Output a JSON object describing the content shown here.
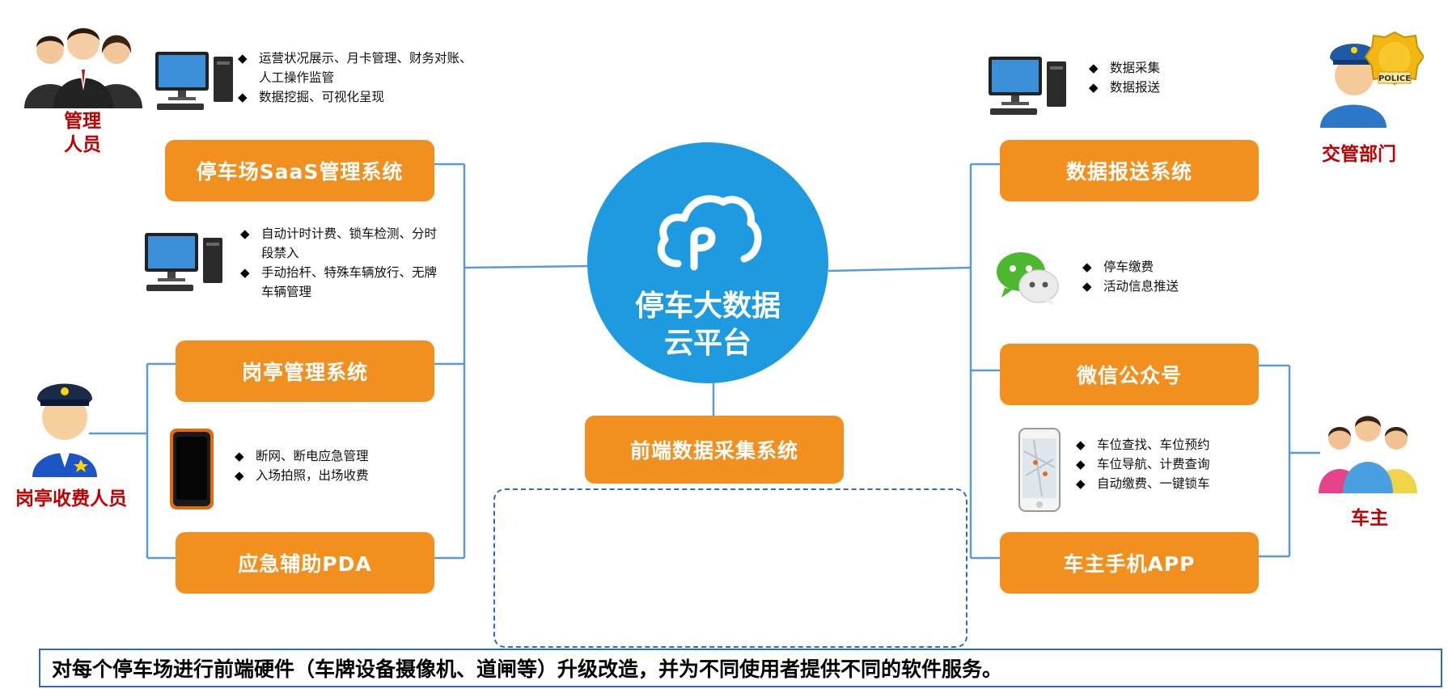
{
  "center": {
    "title_line1": "停车大数据",
    "title_line2": "云平台",
    "color": "#1e9be0"
  },
  "left_boxes": [
    {
      "label": "停车场SaaS管理系统"
    },
    {
      "label": "岗亭管理系统"
    },
    {
      "label": "应急辅助PDA"
    }
  ],
  "bottom_box": {
    "label": "前端数据采集系统"
  },
  "right_boxes": [
    {
      "label": "数据报送系统"
    },
    {
      "label": "微信公众号"
    },
    {
      "label": "车主手机APP"
    }
  ],
  "roles": {
    "manager_line1": "管理",
    "manager_line2": "人员",
    "booth_staff": "岗亭收费人员",
    "traffic_dept": "交管部门",
    "car_owner": "车主"
  },
  "bullets": {
    "saas": [
      "运营状况展示、月卡管理、财务对账、",
      "人工操作监管",
      "数据挖掘、可视化呈现"
    ],
    "booth": [
      "自动计时计费、锁车检测、分时",
      "段禁入",
      "手动抬杆、特殊车辆放行、无牌",
      "车辆管理"
    ],
    "pda": [
      "断网、断电应急管理",
      "入场拍照，出场收费"
    ],
    "report": [
      "数据采集",
      "数据报送"
    ],
    "wechat": [
      "停车缴费",
      "活动信息推送"
    ],
    "app": [
      "车位查找、车位预约",
      "车位导航、计费查询",
      "自动缴费、一键锁车"
    ]
  },
  "badge_text": "POLICE",
  "summary": "对每个停车场进行前端硬件（车牌设备摄像机、道闸等）升级改造，并为不同使用者提供不同的软件服务。",
  "colors": {
    "accent": "#f2901f",
    "line": "#5b9bd5",
    "role_text": "#c00000",
    "border": "#2e6fb0"
  }
}
